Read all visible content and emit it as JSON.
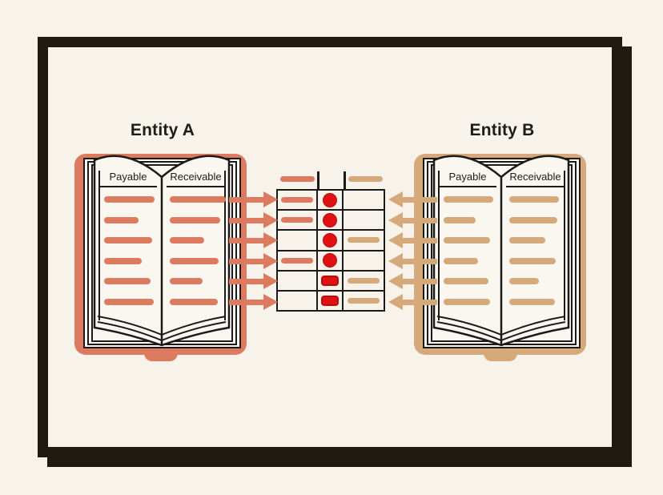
{
  "diagram": {
    "colors": {
      "background": "#F7F2EA",
      "frame": "#211A12",
      "line": "#1A1A1A",
      "page": "#FAF7F1",
      "text": "#1C1C1C"
    },
    "entity_a": {
      "title": "Entity A",
      "columns": [
        "Payable",
        "Receivable"
      ],
      "accent": "#DC7B5F",
      "left_page_dashes": [
        63,
        43,
        60,
        47,
        58,
        62
      ],
      "right_page_dashes": [
        70,
        63,
        43,
        61,
        41,
        60
      ]
    },
    "entity_b": {
      "title": "Entity B",
      "columns": [
        "Payable",
        "Receivable"
      ],
      "accent": "#D5A97A",
      "left_page_dashes": [
        62,
        40,
        58,
        43,
        56,
        58
      ],
      "right_page_dashes": [
        62,
        60,
        45,
        58,
        37,
        57
      ]
    },
    "matching_table": {
      "marker_color": "#E01112",
      "marker_border": "#B80D0D",
      "header_dashes": {
        "left": true,
        "right": true
      },
      "rows": [
        {
          "left_dash": true,
          "marker": "circle",
          "right_dash": false
        },
        {
          "left_dash": true,
          "marker": "circle",
          "right_dash": false
        },
        {
          "left_dash": false,
          "marker": "circle",
          "right_dash": true
        },
        {
          "left_dash": true,
          "marker": "circle",
          "right_dash": false
        },
        {
          "left_dash": false,
          "marker": "square",
          "right_dash": true
        },
        {
          "left_dash": false,
          "marker": "square",
          "right_dash": true
        }
      ]
    },
    "arrows": {
      "left_to_center": 6,
      "right_to_center": 6
    }
  }
}
